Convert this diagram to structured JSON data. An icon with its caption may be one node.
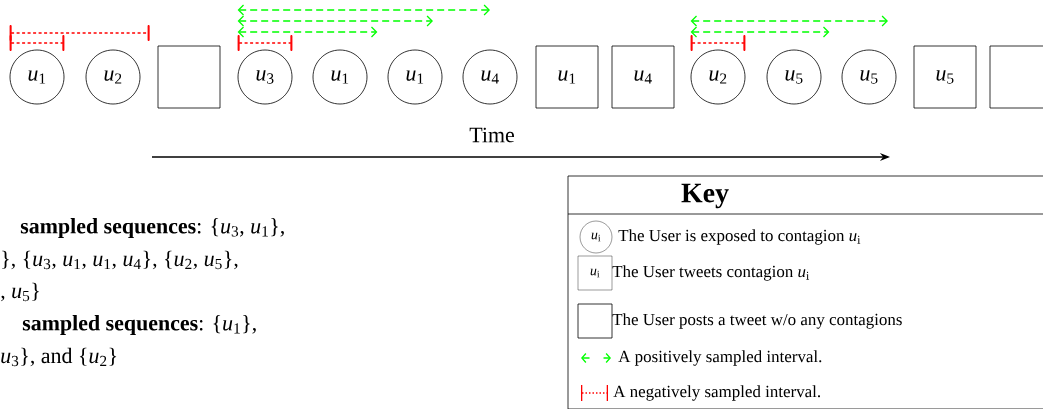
{
  "diagram": {
    "nodes": [
      {
        "text": [
          "*u*$_{1}$"
        ]
      },
      {
        "text": [
          "*u*$_{2}$"
        ]
      },
      {
        "text": [],
        "shape": "box"
      },
      {
        "text": [
          "*u*$_{3}$"
        ]
      },
      {
        "text": [
          "*u*$_{1}$"
        ]
      },
      {
        "text": [
          "*u*$_{1}$"
        ]
      },
      {
        "text": [
          "*u*$_{4}$"
        ]
      },
      {
        "text": [
          "*u*$_{1}$"
        ]
      },
      {
        "text": [
          "*u*$_{4}$"
        ]
      },
      {
        "text": [
          "*u*$_{2}$"
        ]
      },
      {
        "text": [
          "*u*$_{5}$"
        ]
      },
      {
        "text": [
          "*u*$_{5}$"
        ]
      },
      {
        "text": [
          "*u*$_{5}$"
        ]
      },
      {
        "text": [],
        "shape": "box"
      }
    ],
    "edges": [
      {
        "from": 0,
        "to": 2,
        "arrow": "other",
        "style": "dashed",
        "color": "#ff0000"
      },
      {
        "from": 0,
        "to": 0,
        "arrow": "other",
        "style": "dashed",
        "color": "#ff0000"
      },
      {
        "from": 3,
        "to": 3,
        "arrow": "other",
        "style": "dashed",
        "color": "#ff0000"
      },
      {
        "from": 3,
        "to": 6,
        "arrow": "both",
        "style": "dashed",
        "color": "#00ff00"
      },
      {
        "from": 3,
        "to": 5,
        "arrow": "both",
        "style": "dashed",
        "color": "#00ff00"
      },
      {
        "from": 3,
        "to": 4,
        "arrow": "both",
        "style": "dashed",
        "color": "#00ff00"
      },
      {
        "from": 9,
        "to": 11,
        "arrow": "both",
        "style": "dashed",
        "color": "#00ff00"
      },
      {
        "from": 9,
        "to": 10,
        "arrow": "both",
        "style": "dashed",
        "color": "#00ff00"
      },
      {
        "from": 9,
        "to": 9,
        "arrow": "other",
        "style": "dashed",
        "color": "#ff0000"
      }
    ],
    "labels": [
      "Time",
      "Key",
      "*u*$_{i}$",
      "*u*$_{i}$",
      "**sampled sequences**: {*u*$_{3}$, *u*$_{1}$},",
      "}, {*u*$_{3}$, *u*$_{1}$, *u*$_{1}$, *u*$_{4}$}, {*u*$_{2}$, *u*$_{5}$},",
      ", *u*$_{5}$}",
      "**sampled sequences**: {*u*$_{1}$},",
      "*u*$_{3}$}, and {*u*$_{2}$}"
    ],
    "legend": [
      {
        "text": "The User is exposed to contagion *u*$_{i}$"
      },
      {
        "text": "The User tweets contagion *u*$_{i}$"
      },
      {
        "text": "The User posts a tweet w/o any contagions"
      },
      {
        "text": "A positively sampled interval."
      },
      {
        "text": "A negatively sampled interval."
      }
    ]
  }
}
